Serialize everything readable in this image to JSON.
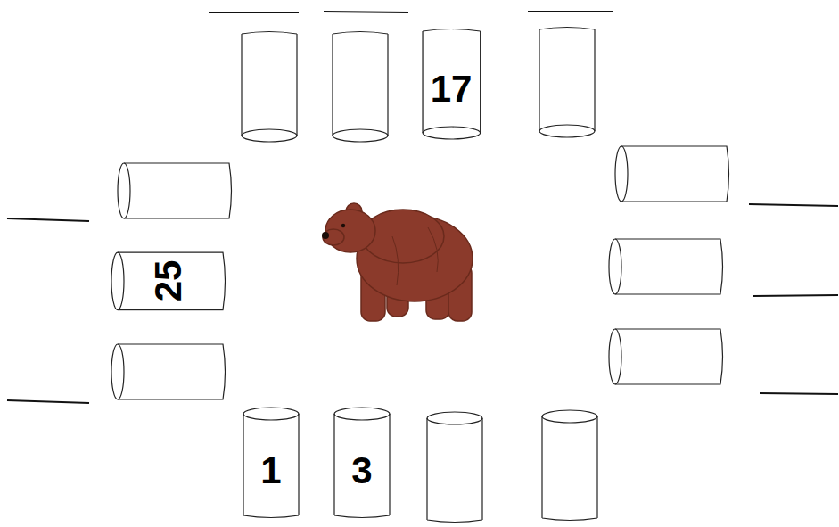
{
  "diagram": {
    "nodes": [
      {
        "text": [
          "17"
        ]
      },
      {
        "text": [
          "25"
        ]
      },
      {
        "text": [
          "1"
        ]
      },
      {
        "text": [
          "3"
        ]
      }
    ]
  }
}
